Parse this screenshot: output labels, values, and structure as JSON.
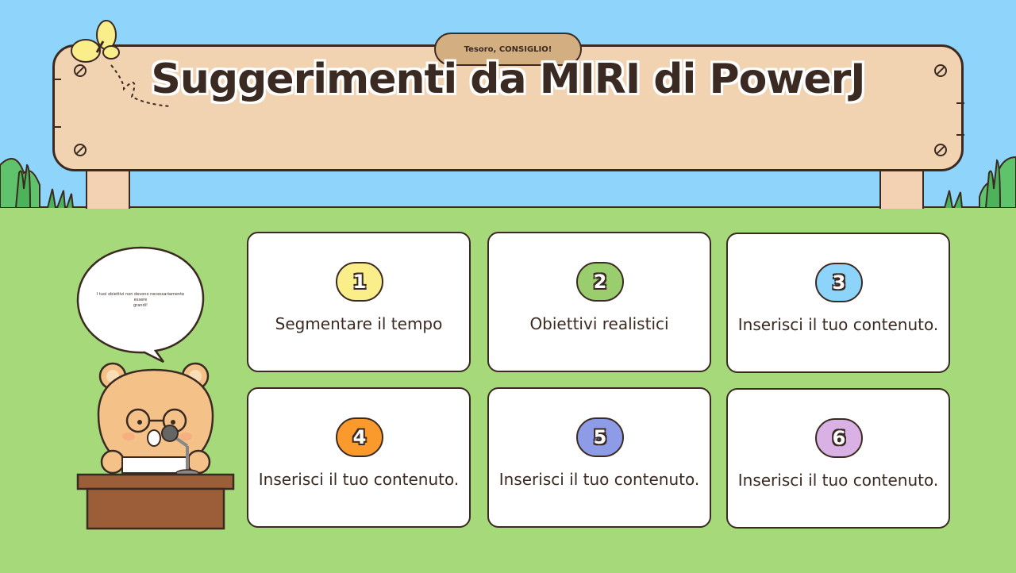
{
  "tag": {
    "label": "Tesoro, CONSIGLIO!"
  },
  "title": "Suggerimenti da MIRI di PowerJ",
  "bubble": {
    "lines": [
      "I tuoi obiettivi non devono necessariamente",
      "essere",
      "grandi!"
    ]
  },
  "cards": [
    {
      "number": "1",
      "label": "Segmentare il tempo",
      "badge_color": "#F9EE8A"
    },
    {
      "number": "2",
      "label": "Obiettivi realistici",
      "badge_color": "#9ACD6E"
    },
    {
      "number": "3",
      "label": "Inserisci il tuo contenuto.",
      "badge_color": "#8CD4FA"
    },
    {
      "number": "4",
      "label": "Inserisci il tuo contenuto.",
      "badge_color": "#FA9A2C"
    },
    {
      "number": "5",
      "label": "Inserisci il tuo contenuto.",
      "badge_color": "#8E9CE8"
    },
    {
      "number": "6",
      "label": "Inserisci il tuo contenuto.",
      "badge_color": "#D9B1E4"
    }
  ],
  "colors": {
    "sky": "#8ED4FB",
    "grass": "#A5D97A",
    "wood": "#F1D3B1",
    "outline": "#3B2A22"
  },
  "icons": [
    "butterfly-icon",
    "bush-icon",
    "bear-icon",
    "microphone-icon",
    "speech-bubble-icon"
  ]
}
